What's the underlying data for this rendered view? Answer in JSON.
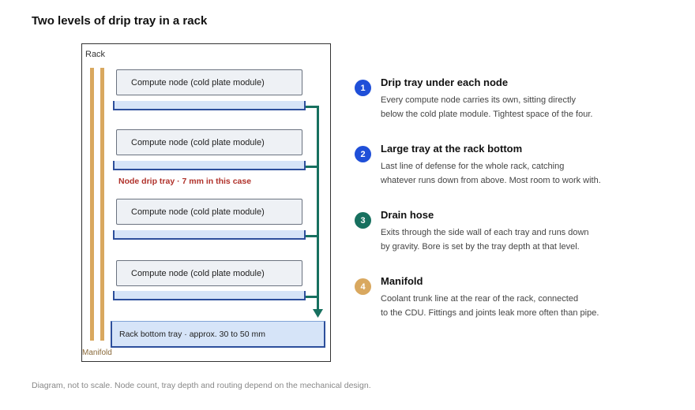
{
  "title": "Two levels of drip tray in a rack",
  "rack": {
    "label": "Rack",
    "manifold_label": "Manifold",
    "node_label": "Compute node (cold plate module)",
    "node_tray_note": "Node drip tray · 7 mm in this case",
    "bottom_tray_label": "Rack bottom tray · approx. 30 to 50 mm"
  },
  "legend": [
    {
      "num": "1",
      "color": "#1f4fd8",
      "title": "Drip tray under each node",
      "desc_line1": "Every compute node carries its own, sitting directly",
      "desc_line2": "below the cold plate module. Tightest space of the four."
    },
    {
      "num": "2",
      "color": "#1f4fd8",
      "title": "Large tray at the rack bottom",
      "desc_line1": "Last line of defense for the whole rack, catching",
      "desc_line2": "whatever runs down from above. Most room to work with."
    },
    {
      "num": "3",
      "color": "#17705f",
      "title": "Drain hose",
      "desc_line1": "Exits through the side wall of each tray and runs down",
      "desc_line2": "by gravity. Bore is set by the tray depth at that level."
    },
    {
      "num": "4",
      "color": "#d9a85f",
      "title": "Manifold",
      "desc_line1": "Coolant trunk line at the rear of the rack, connected",
      "desc_line2": "to the CDU. Fittings and joints leak more often than pipe."
    }
  ],
  "footnote": "Diagram, not to scale. Node count, tray depth and routing depend on the mechanical design.",
  "colors": {
    "node_tray_border": "#2d4f9c",
    "tray_fill": "#d6e4f8",
    "hose": "#17705f",
    "manifold": "#d9a85f",
    "note_red": "#b0322b"
  }
}
